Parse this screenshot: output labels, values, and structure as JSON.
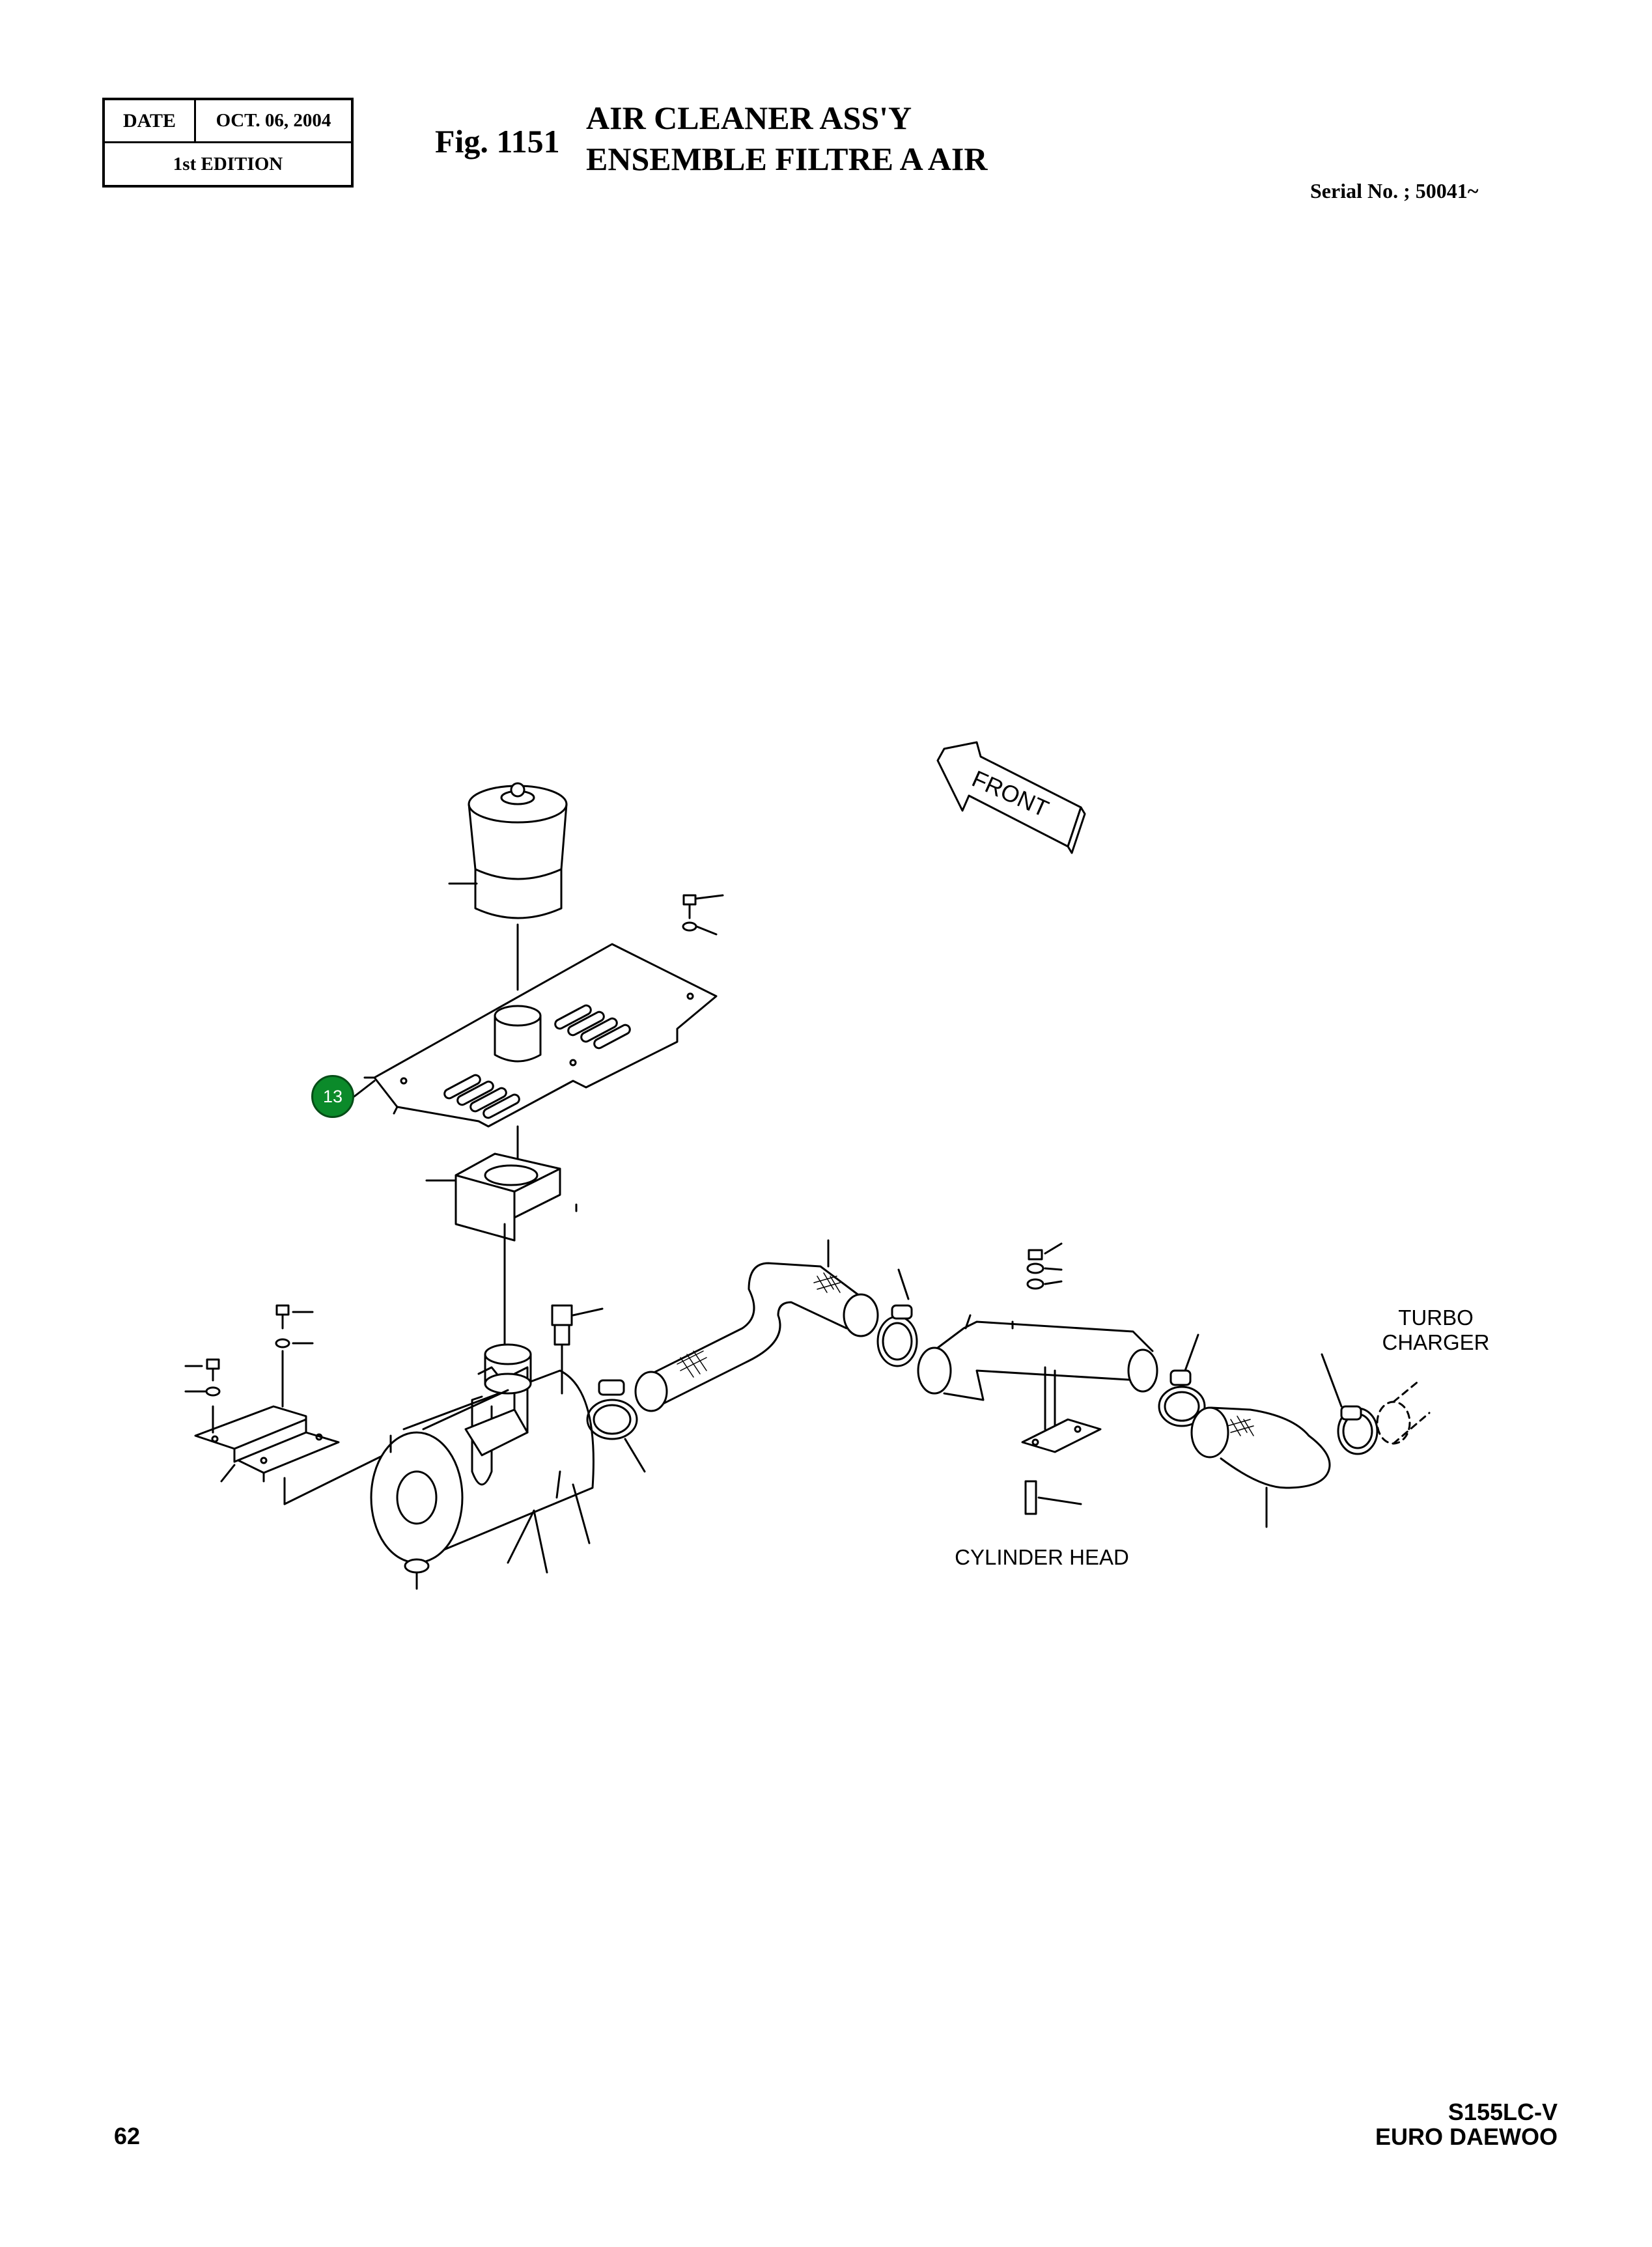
{
  "header": {
    "date_label": "DATE",
    "date_value": "OCT. 06, 2004",
    "edition": "1st EDITION",
    "fig_number": "Fig. 1151",
    "title_en": "AIR CLEANER ASS'Y",
    "title_fr": "ENSEMBLE FILTRE A AIR",
    "serial": "Serial No. ; 50041~"
  },
  "diagram": {
    "front_label": "FRONT",
    "turbo_label_line1": "TURBO",
    "turbo_label_line2": "CHARGER",
    "cylinder_head_label": "CYLINDER HEAD",
    "callout": "13"
  },
  "footer": {
    "page_number": "62",
    "model": "S155LC-V",
    "brand": "EURO DAEWOO"
  },
  "colors": {
    "callout_fill": "#0b8a2a",
    "line": "#000000"
  }
}
